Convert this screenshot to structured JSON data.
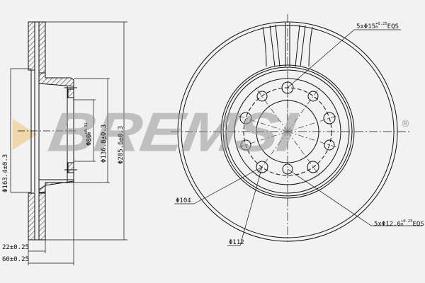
{
  "drawing": {
    "title": "Brake disc technical drawing",
    "brand_watermark": "BREMSI",
    "registered_mark": "®",
    "accent_colors": {
      "watermark_gray": "#969696",
      "triangle_yellow": "#f0cd8c",
      "line": "#111111",
      "background": "#f2f2f2"
    }
  },
  "section_view": {
    "dimensions": {
      "d_hub_outer": {
        "symbol": "Φ",
        "value": "163.4",
        "tol": "±0.3"
      },
      "d_center_bore": {
        "symbol": "Φ",
        "value": "80",
        "tol_upper": "+0.11",
        "tol_lower": "0"
      },
      "d_hat": {
        "symbol": "Φ",
        "value": "136.8",
        "tol": "±0.3"
      },
      "d_outer": {
        "symbol": "Φ",
        "value": "285.6",
        "tol": "±0.3"
      },
      "thickness": {
        "value": "22",
        "tol": "±0.25"
      },
      "height": {
        "value": "60",
        "tol": "±0.25"
      }
    }
  },
  "front_view": {
    "callouts": {
      "bolt_holes_large": {
        "prefix": "5xΦ",
        "value": "15",
        "tol_upper": "+0.25",
        "tol_lower": "0",
        "suffix": "EQS"
      },
      "bolt_holes_small": {
        "prefix": "5xΦ",
        "value": "12.6",
        "tol_upper": "+0.25",
        "tol_lower": "0",
        "suffix": "EQS"
      },
      "pcd_inner": {
        "symbol": "Φ",
        "value": "104"
      },
      "pcd_outer": {
        "symbol": "Φ",
        "value": "112"
      }
    },
    "hole_count": 10
  }
}
